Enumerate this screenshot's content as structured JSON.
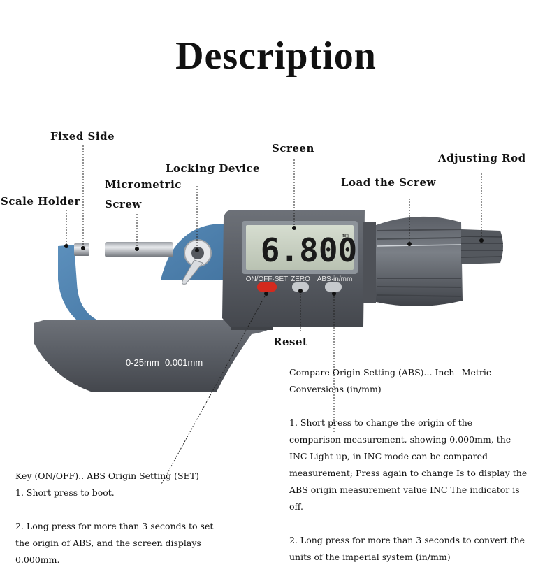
{
  "title": "Description",
  "labels": {
    "fixed_side": "Fixed Side",
    "screen": "Screen",
    "adjusting_rod": "Adjusting Rod",
    "locking_device": "Locking Device",
    "micrometric_screw_line1": "Micrometric",
    "micrometric_screw_line2": "Screw",
    "load_the_screw": "Load the Screw",
    "scale_holder": "Scale Holder",
    "reset": "Reset"
  },
  "device": {
    "display_value": "6.800",
    "display_unit": "mm",
    "button_on_off_set": "ON/OFF·SET",
    "button_zero": "ZERO",
    "button_abs": "ABS·in/mm",
    "range_label": "0-25mm",
    "resolution_label": "0.001mm"
  },
  "abs_block": {
    "heading_line1": "Compare Origin Setting (ABS)... Inch –Metric",
    "heading_line2": "Conversions (in/mm)",
    "p1_line1": "1. Short press to change the origin of the",
    "p1_line2": "comparison measurement, showing 0.000mm, the",
    "p1_line3": "INC Light up, in INC mode can be compared",
    "p1_line4": "measurement; Press again to change Is to display the",
    "p1_line5": "ABS origin measurement value INC The indicator is",
    "p1_line6": "off.",
    "p2_line1": "2. Long press for more than 3 seconds to convert the",
    "p2_line2": "units of the imperial system (in/mm)"
  },
  "key_block": {
    "heading": "Key (ON/OFF).. ABS Origin Setting (SET)",
    "p1": "1. Short press to boot.",
    "p2_line1": "2. Long press for more than 3 seconds to set",
    "p2_line2": "the origin of ABS, and the screen displays",
    "p2_line3": "0.000mm."
  },
  "colors": {
    "frame_blue": "#4a7fae",
    "body_gray": "#5b5f66",
    "lcd_green": "#c9d2c0",
    "power_button_red": "#d42a1e"
  }
}
